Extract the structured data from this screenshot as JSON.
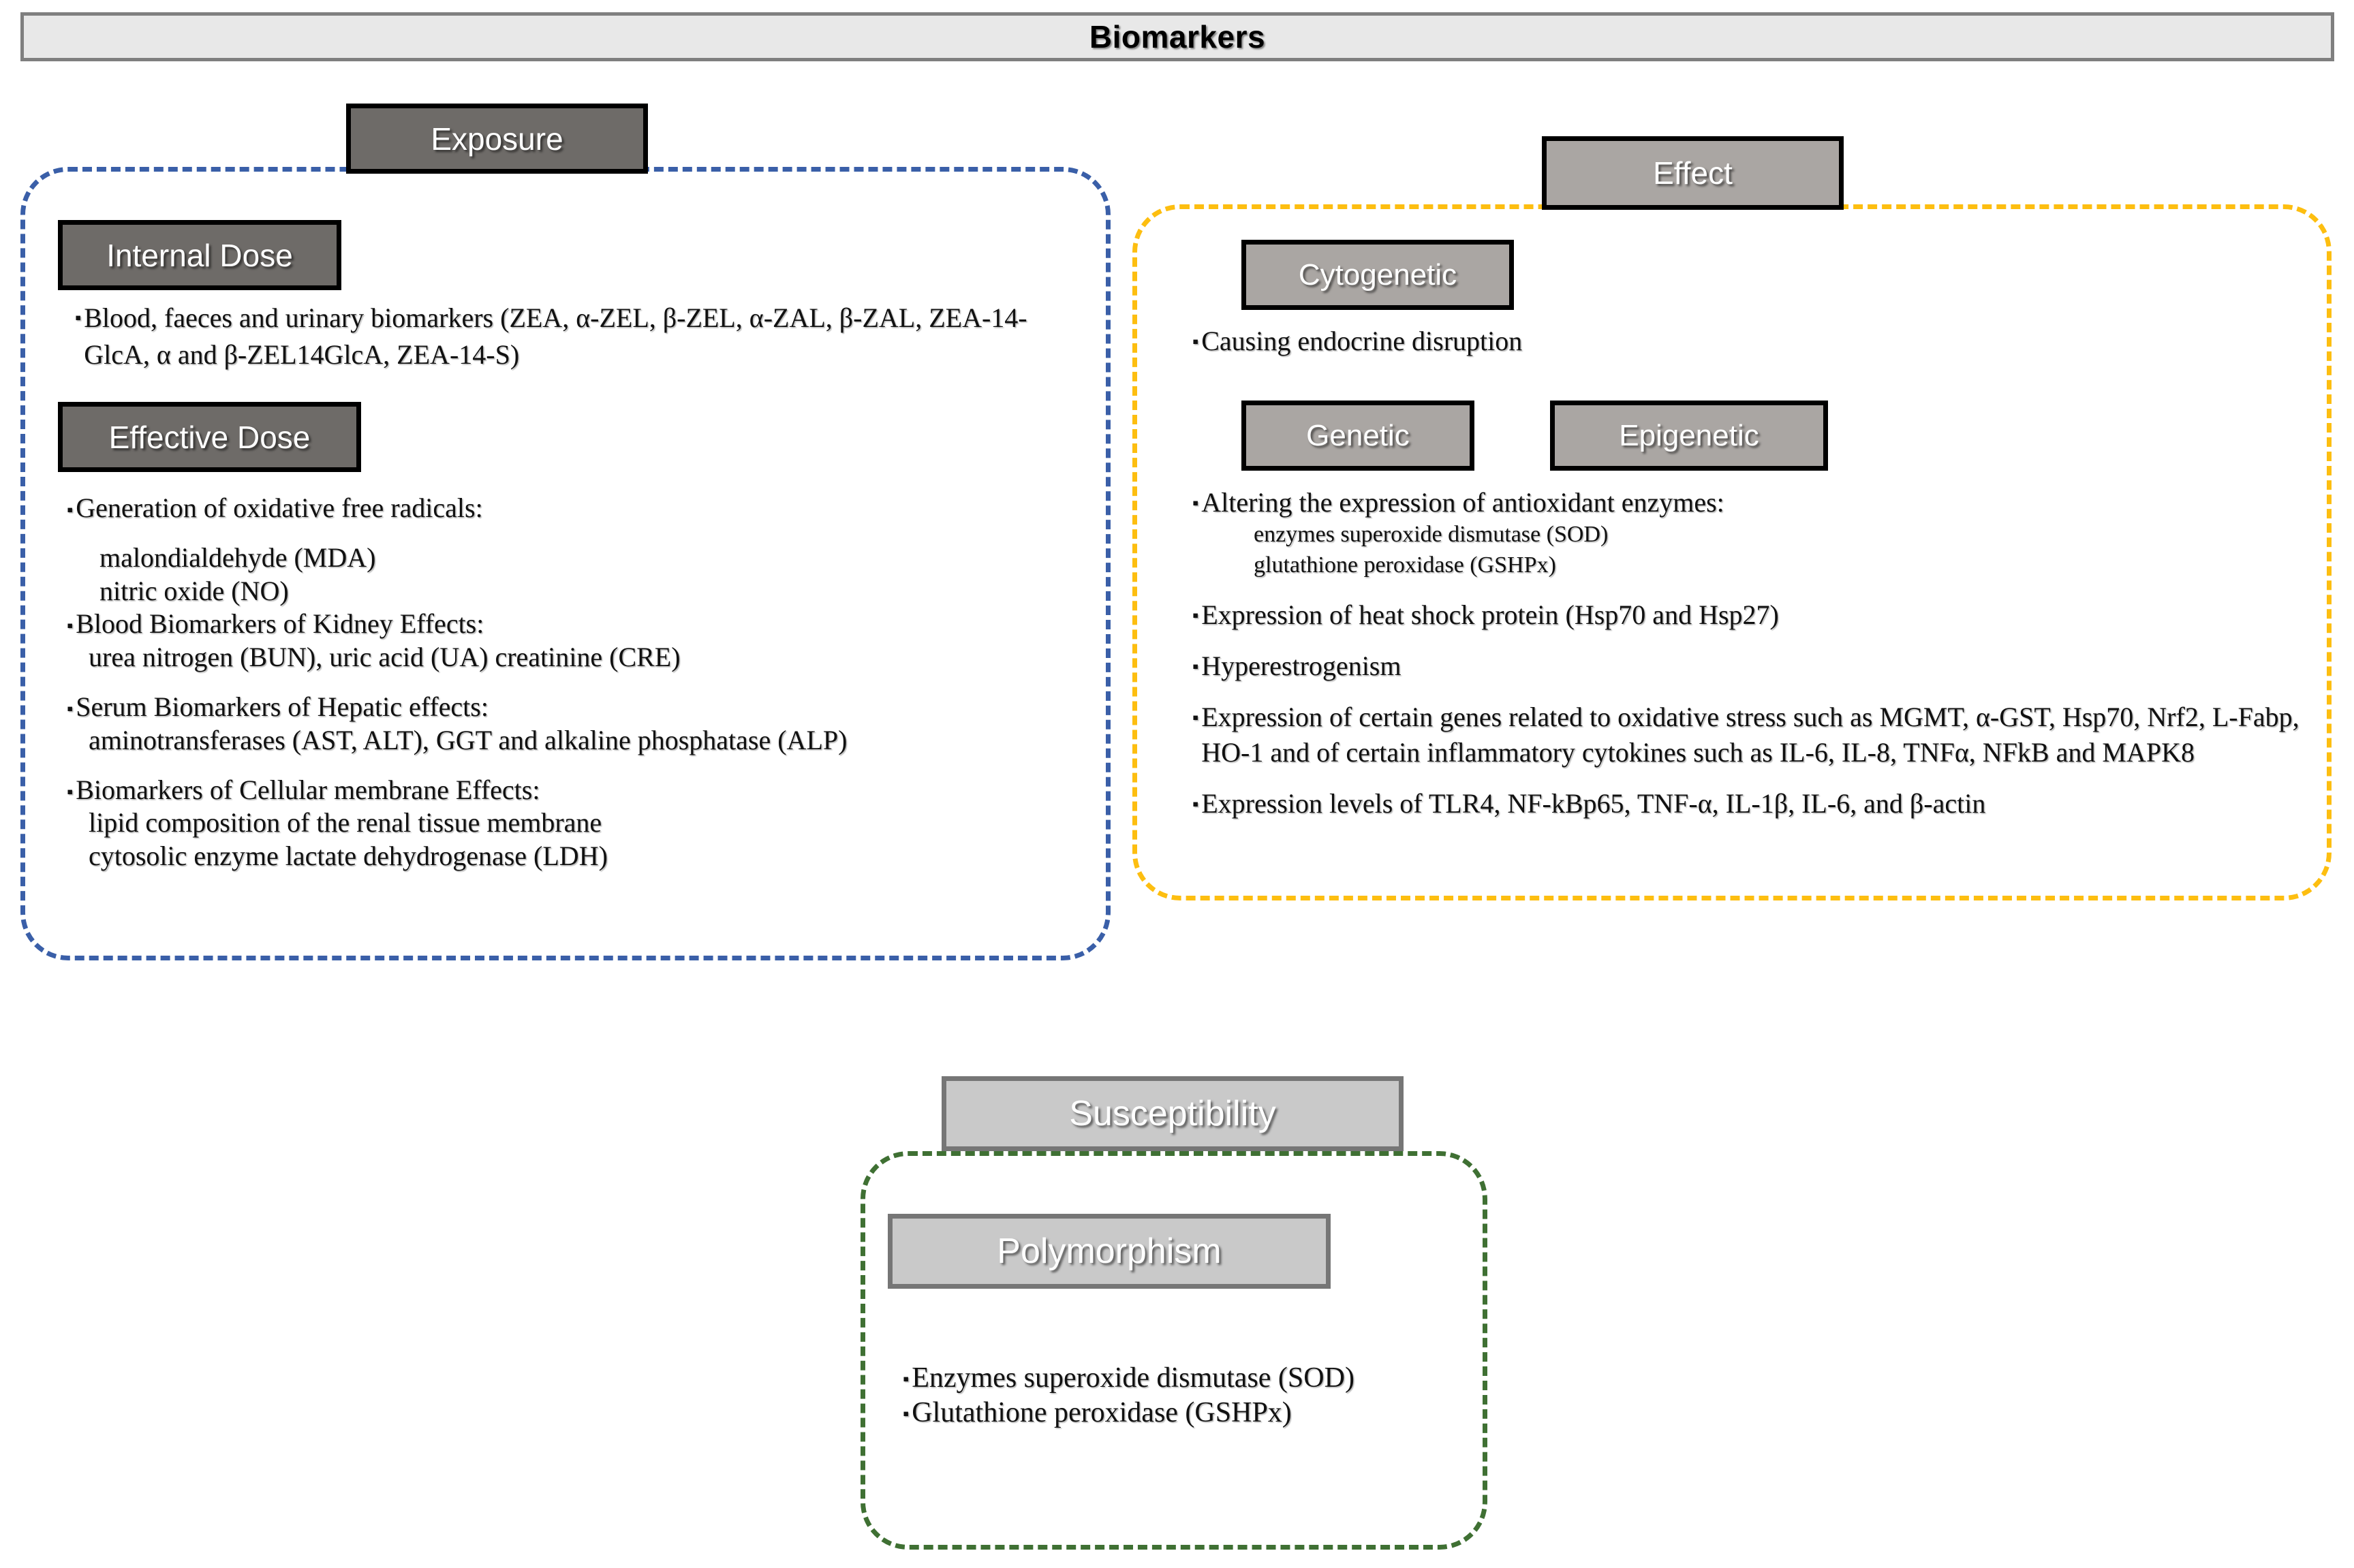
{
  "banner": {
    "title": "Biomarkers"
  },
  "colors": {
    "exposure_border": "#3a5fa8",
    "effect_border": "#fdbe10",
    "susceptibility_border": "#3f7033",
    "chip_dark": "#6e6b68",
    "chip_mid": "#aaa6a3",
    "chip_light": "#c9c9c9",
    "banner_fill": "#e8e8e8",
    "banner_border": "#7f7f7f"
  },
  "exposure": {
    "label": "Exposure",
    "internal_dose": {
      "label": "Internal Dose",
      "bullets": [
        "Blood, faeces and urinary biomarkers (ZEA, α-ZEL, β-ZEL, α-ZAL, β-ZAL, ZEA-14-GlcA, α and β-ZEL14GlcA, ZEA-14-S)"
      ]
    },
    "effective_dose": {
      "label": "Effective Dose",
      "items": [
        {
          "bullet": "Generation of oxidative free radicals:",
          "subs": [
            "malondialdehyde (MDA)",
            "nitric oxide (NO)"
          ]
        },
        {
          "bullet": "Blood Biomarkers of Kidney Effects:",
          "subs": [
            "urea nitrogen (BUN),   uric acid (UA)   creatinine (CRE)"
          ]
        },
        {
          "bullet": "Serum Biomarkers of Hepatic effects:",
          "subs": [
            "aminotransferases (AST, ALT), GGT and alkaline phosphatase (ALP)"
          ]
        },
        {
          "bullet": "Biomarkers of Cellular membrane Effects:",
          "subs": [
            "lipid composition of the renal tissue membrane",
            "cytosolic enzyme lactate dehydrogenase (LDH)"
          ]
        }
      ]
    }
  },
  "effect": {
    "label": "Effect",
    "cytogenetic": {
      "label": "Cytogenetic",
      "bullets": [
        "Causing endocrine disruption"
      ]
    },
    "genetic": {
      "label": "Genetic"
    },
    "epigenetic": {
      "label": "Epigenetic"
    },
    "genetic_items": [
      {
        "bullet": "Altering the expression of antioxidant enzymes:",
        "subs": [
          "enzymes superoxide dismutase (SOD)",
          "glutathione peroxidase (GSHPx)"
        ]
      },
      {
        "bullet": "Expression of heat shock protein (Hsp70 and Hsp27)",
        "subs": []
      },
      {
        "bullet": "Hyperestrogenism",
        "subs": []
      },
      {
        "bullet": "Expression of certain genes related to oxidative stress such as MGMT, α-GST, Hsp70, Nrf2, L-Fabp, HO-1 and of certain inflammatory cytokines such as IL-6, IL-8, TNFα, NFkB and MAPK8",
        "subs": []
      },
      {
        "bullet": "Expression levels of TLR4, NF-kBp65, TNF-α, IL-1β, IL-6, and β-actin",
        "subs": []
      }
    ]
  },
  "susceptibility": {
    "label": "Susceptibility",
    "polymorphism": {
      "label": "Polymorphism",
      "bullets": [
        "Enzymes superoxide dismutase (SOD)",
        "Glutathione peroxidase (GSHPx)"
      ]
    }
  },
  "icons": {
    "bullet": "▪"
  }
}
